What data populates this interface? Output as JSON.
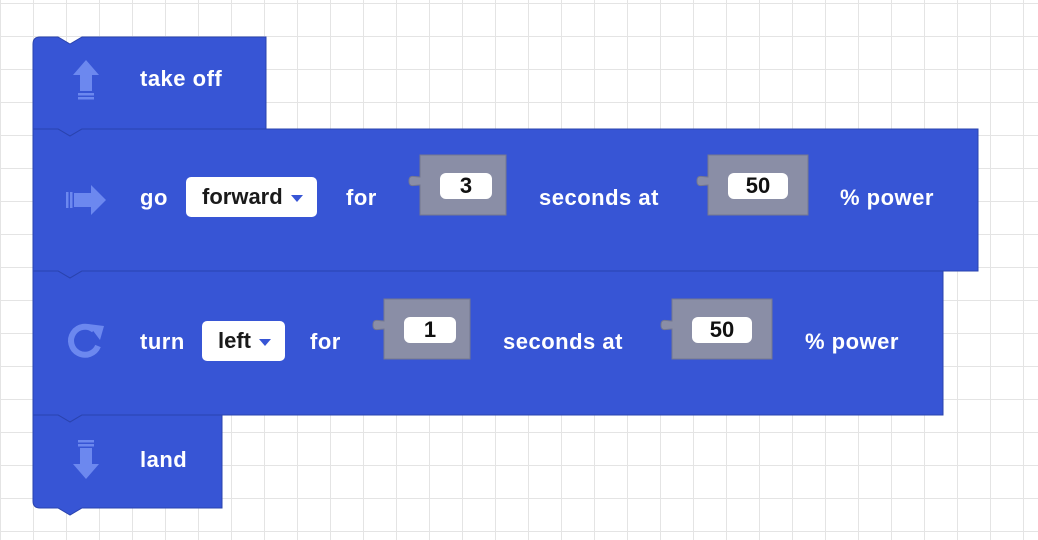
{
  "colors": {
    "block": "#3755d5",
    "icon": "#6c88ef",
    "slot": "#8a8ea6",
    "dropdown_caret": "#3755d5"
  },
  "blocks": {
    "takeoff": {
      "icon": "arrow-up-icon",
      "label": "take  off"
    },
    "go": {
      "icon": "arrow-right-icon",
      "label_go": "go",
      "direction": "forward",
      "label_for": "for",
      "seconds": "3",
      "label_seconds_at": "seconds  at",
      "power": "50",
      "label_power": "%  power"
    },
    "turn": {
      "icon": "rotate-icon",
      "label_turn": "turn",
      "direction": "left",
      "label_for": "for",
      "seconds": "1",
      "label_seconds_at": "seconds  at",
      "power": "50",
      "label_power": "%  power"
    },
    "land": {
      "icon": "arrow-down-icon",
      "label": "land"
    }
  }
}
